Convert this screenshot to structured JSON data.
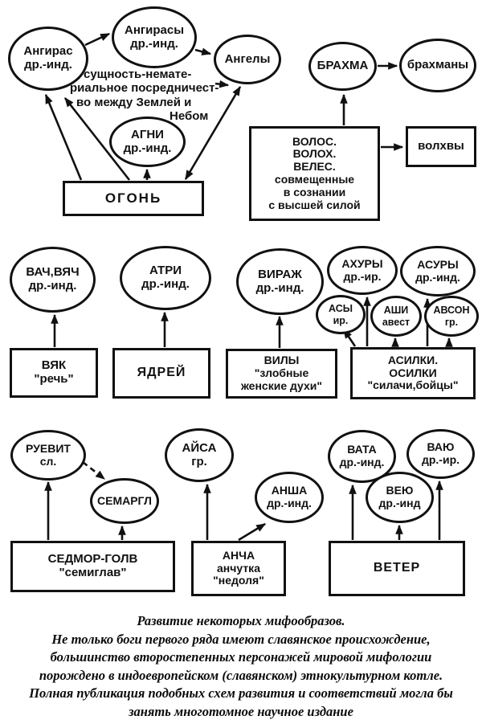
{
  "colors": {
    "ink": "#111111",
    "background": "#ffffff"
  },
  "nodes": {
    "angiras": {
      "label": "Ангирас\nдр.-инд.",
      "shape": "ellipse"
    },
    "angirasy": {
      "label": "Ангирасы\nдр.-инд.",
      "shape": "ellipse"
    },
    "angely": {
      "label": "Ангелы",
      "shape": "ellipse"
    },
    "agni": {
      "label": "АГНИ\nдр.-инд.",
      "shape": "ellipse"
    },
    "ogon": {
      "label": "ОГОНЬ",
      "shape": "rect"
    },
    "brahma": {
      "label": "БРАХМА",
      "shape": "ellipse"
    },
    "brahmany": {
      "label": "брахманы",
      "shape": "ellipse"
    },
    "volos": {
      "label": "ВОЛОС.\nВОЛОХ.\nВЕЛЕС.\nсовмещенные\nв сознании\nс высшей силой",
      "shape": "rect"
    },
    "volhvy": {
      "label": "волхвы",
      "shape": "rect"
    },
    "vach": {
      "label": "ВАЧ,ВЯЧ\nдр.-инд.",
      "shape": "ellipse"
    },
    "vyak": {
      "label": "ВЯК\n\"речь\"",
      "shape": "rect"
    },
    "atri": {
      "label": "АТРИ\nдр.-инд.",
      "shape": "ellipse"
    },
    "yadrei": {
      "label": "ЯДРЕЙ",
      "shape": "rect"
    },
    "virazh": {
      "label": "ВИРАЖ\nдр.-инд.",
      "shape": "ellipse"
    },
    "vily": {
      "label": "ВИЛЫ\n\"злобные\nженские духи\"",
      "shape": "rect"
    },
    "ahury": {
      "label": "АХУРЫ\nдр.-ир.",
      "shape": "ellipse"
    },
    "asury": {
      "label": "АСУРЫ\nдр.-инд.",
      "shape": "ellipse"
    },
    "asy": {
      "label": "АСЫ\nир.",
      "shape": "ellipse"
    },
    "ashi": {
      "label": "АШИ\nавест",
      "shape": "ellipse"
    },
    "avson": {
      "label": "АВСОН\nгр.",
      "shape": "ellipse"
    },
    "asilki": {
      "label": "АСИЛКИ.\nОСИЛКИ\n\"силачи,бойцы\"",
      "shape": "rect"
    },
    "ruevit": {
      "label": "РУЕВИТ\nсл.",
      "shape": "ellipse"
    },
    "semargl": {
      "label": "СЕМАРГЛ",
      "shape": "ellipse"
    },
    "sedmor": {
      "label": "СЕДМОР-ГОЛВ\n\"семиглав\"",
      "shape": "rect"
    },
    "aisa": {
      "label": "АЙСА\nгр.",
      "shape": "ellipse"
    },
    "ansha": {
      "label": "АНША\nдр.-инд.",
      "shape": "ellipse"
    },
    "ancha": {
      "label": "АНЧА\nанчутка\n\"недоля\"",
      "shape": "rect"
    },
    "vata": {
      "label": "ВАТА\nдр.-инд.",
      "shape": "ellipse"
    },
    "vayu": {
      "label": "ВАЮ\nдр.-ир.",
      "shape": "ellipse"
    },
    "veyu": {
      "label": "ВЕЮ\nдр.-инд",
      "shape": "ellipse"
    },
    "veter": {
      "label": "ВЕТЕР",
      "shape": "rect"
    }
  },
  "note": {
    "line1": "сущность-немате-",
    "line2": "риальное посредничест-",
    "line3": "во между Землей и",
    "line4": "Небом"
  },
  "edges": [
    {
      "from": "angiras",
      "to": "angirasy"
    },
    {
      "from": "angirasy",
      "to": "angely"
    },
    {
      "from": "ogon",
      "to": "angiras",
      "count": 2
    },
    {
      "from": "ogon",
      "to": "agni"
    },
    {
      "from": "ogon",
      "to": "angely",
      "double_headed": true
    },
    {
      "from": "note",
      "to": "angely"
    },
    {
      "from": "volos",
      "to": "brahma"
    },
    {
      "from": "volos",
      "to": "volhvy"
    },
    {
      "from": "brahma",
      "to": "brahmany"
    },
    {
      "from": "vyak",
      "to": "vach"
    },
    {
      "from": "yadrei",
      "to": "atri"
    },
    {
      "from": "vily",
      "to": "virazh"
    },
    {
      "from": "asilki",
      "to": "asy"
    },
    {
      "from": "asilki",
      "to": "ahury"
    },
    {
      "from": "asilki",
      "to": "ashi"
    },
    {
      "from": "asilki",
      "to": "asury"
    },
    {
      "from": "asilki",
      "to": "avson"
    },
    {
      "from": "sedmor",
      "to": "ruevit"
    },
    {
      "from": "sedmor",
      "to": "semargl"
    },
    {
      "from": "ruevit",
      "to": "semargl",
      "dashed": true
    },
    {
      "from": "ancha",
      "to": "aisa"
    },
    {
      "from": "ancha",
      "to": "ansha"
    },
    {
      "from": "veter",
      "to": "vata"
    },
    {
      "from": "veter",
      "to": "veyu"
    },
    {
      "from": "veter",
      "to": "vayu"
    }
  ],
  "caption": {
    "text": "Развитие некоторых мифообразов.\nНе только боги первого ряда имеют славянское происхождение,\nбольшинство второстепенных персонажей мировой мифологии\nпорождено в индоевропейском (славянском) этнокультурном котле.\nПолная публикация подобных схем развития и соответствий могла бы\nзанять многотомное научное издание"
  }
}
